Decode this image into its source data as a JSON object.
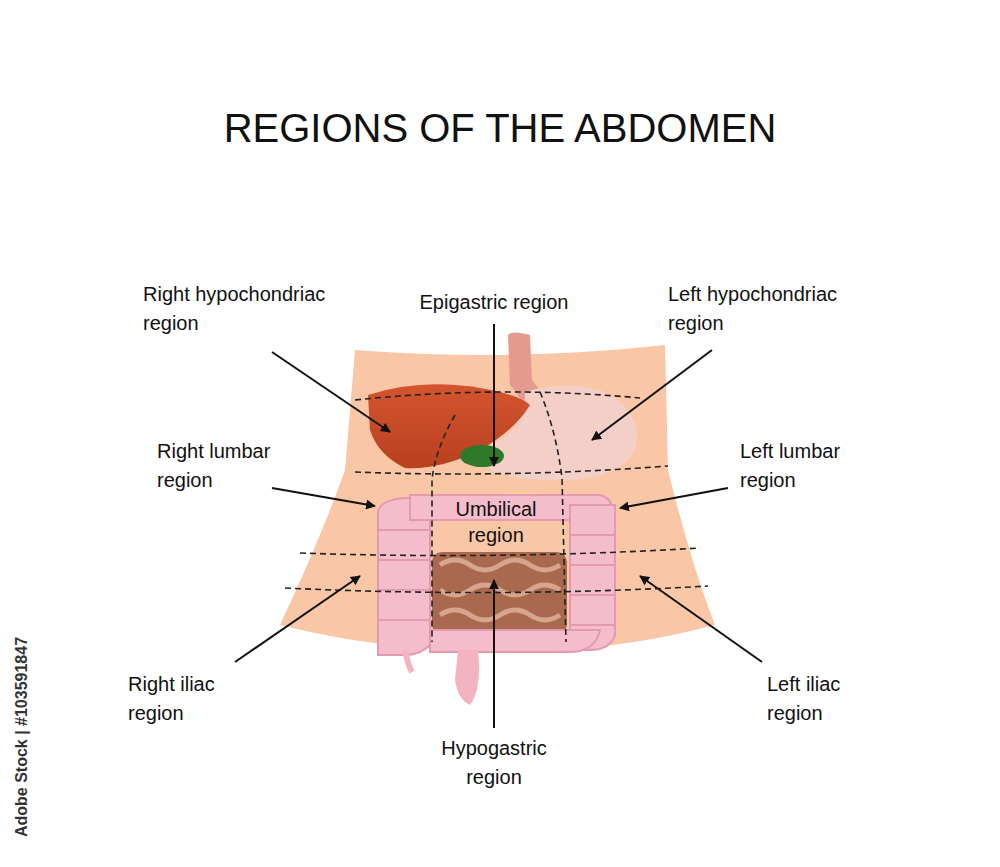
{
  "diagram": {
    "title": "REGIONS OF THE ABDOMEN",
    "labels": [
      "Right hypochondriac region",
      "Epigastric region",
      "Left hypochondriac region",
      "Right lumbar region",
      "Left lumbar region",
      "Umbilical region",
      "Right iliac region",
      "Left iliac region",
      "Hypogastric region",
      "Adobe Stock | #103591847"
    ]
  }
}
